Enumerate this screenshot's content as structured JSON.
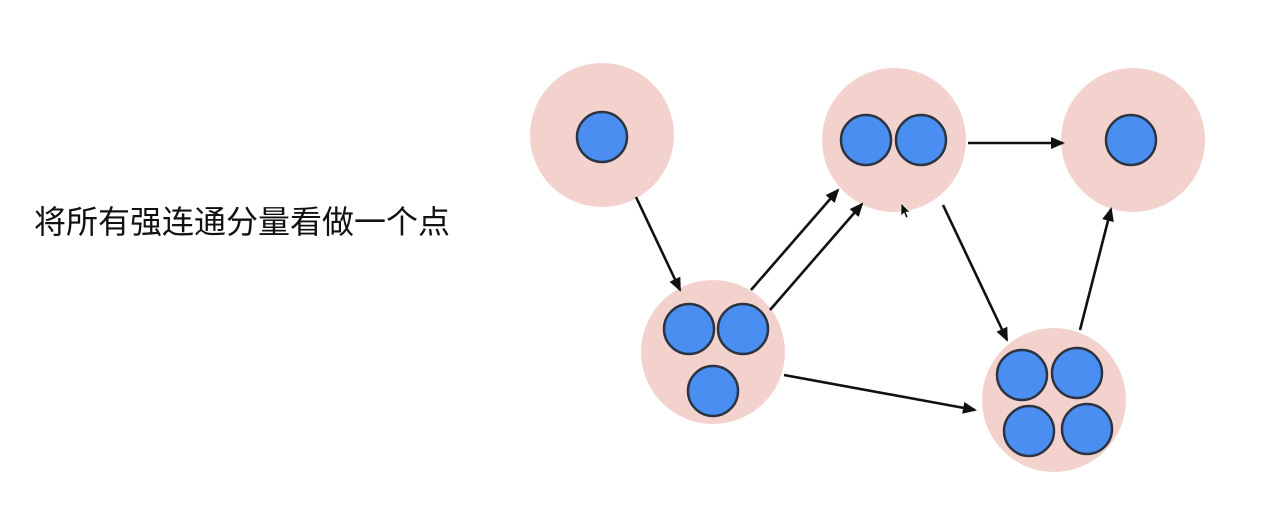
{
  "caption": "将所有强连通分量看做一个点",
  "colors": {
    "component_fill": "#f3d2cd",
    "vertex_fill": "#4a8ef2",
    "vertex_stroke": "#2b3440",
    "edge": "#111111"
  },
  "components": [
    {
      "id": "scc-1",
      "vertex_count": 1
    },
    {
      "id": "scc-2",
      "vertex_count": 3
    },
    {
      "id": "scc-3",
      "vertex_count": 2
    },
    {
      "id": "scc-4",
      "vertex_count": 1
    },
    {
      "id": "scc-5",
      "vertex_count": 4
    }
  ],
  "edges": [
    {
      "from": "scc-1",
      "to": "scc-2"
    },
    {
      "from": "scc-2",
      "to": "scc-3"
    },
    {
      "from": "scc-2",
      "to": "scc-3"
    },
    {
      "from": "scc-2",
      "to": "scc-5"
    },
    {
      "from": "scc-3",
      "to": "scc-4"
    },
    {
      "from": "scc-3",
      "to": "scc-5"
    },
    {
      "from": "scc-5",
      "to": "scc-4"
    }
  ],
  "icons": {
    "cursor": "mouse-pointer-icon"
  }
}
